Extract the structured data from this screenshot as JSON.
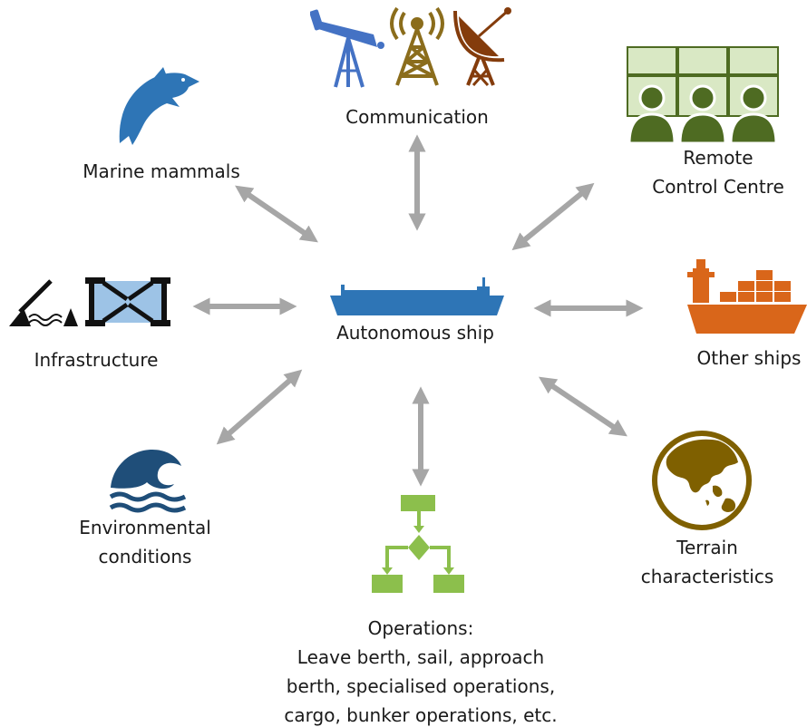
{
  "center": {
    "label": "Autonomous ship"
  },
  "nodes": {
    "communication": {
      "label": "Communication"
    },
    "remote_control": {
      "lines": [
        "Remote",
        "Control Centre"
      ]
    },
    "marine_mammals": {
      "label": "Marine mammals"
    },
    "infrastructure": {
      "label": "Infrastructure"
    },
    "other_ships": {
      "label": "Other ships"
    },
    "environmental": {
      "lines": [
        "Environmental",
        "conditions"
      ]
    },
    "terrain": {
      "lines": [
        "Terrain",
        "characteristics"
      ]
    },
    "operations": {
      "lines": [
        "Operations:",
        "Leave berth, sail, approach",
        "berth, specialised operations,",
        "cargo, bunker operations, etc."
      ]
    }
  },
  "colors": {
    "arrow": "#a6a6a6",
    "ship": "#2e75b6",
    "dolphin": "#2e75b6",
    "telescope": "#4472c4",
    "tower": "#8b6d1c",
    "dish": "#843c0c",
    "remote_panel": "#d9e8c4",
    "remote_person": "#4e6b22",
    "infrastructure_box": "#9dc3e6",
    "cargo_ship": "#d9661a",
    "wave": "#1f4e79",
    "globe": "#7f6000",
    "flowchart": "#8cbf4c"
  },
  "icons": [
    "telescope-icon",
    "radio-tower-icon",
    "satellite-dish-icon",
    "control-room-icon",
    "dolphin-icon",
    "bridge-icon",
    "lock-gate-icon",
    "cargo-ship-icon",
    "ocean-wave-icon",
    "globe-icon",
    "flowchart-icon",
    "ship-icon"
  ]
}
